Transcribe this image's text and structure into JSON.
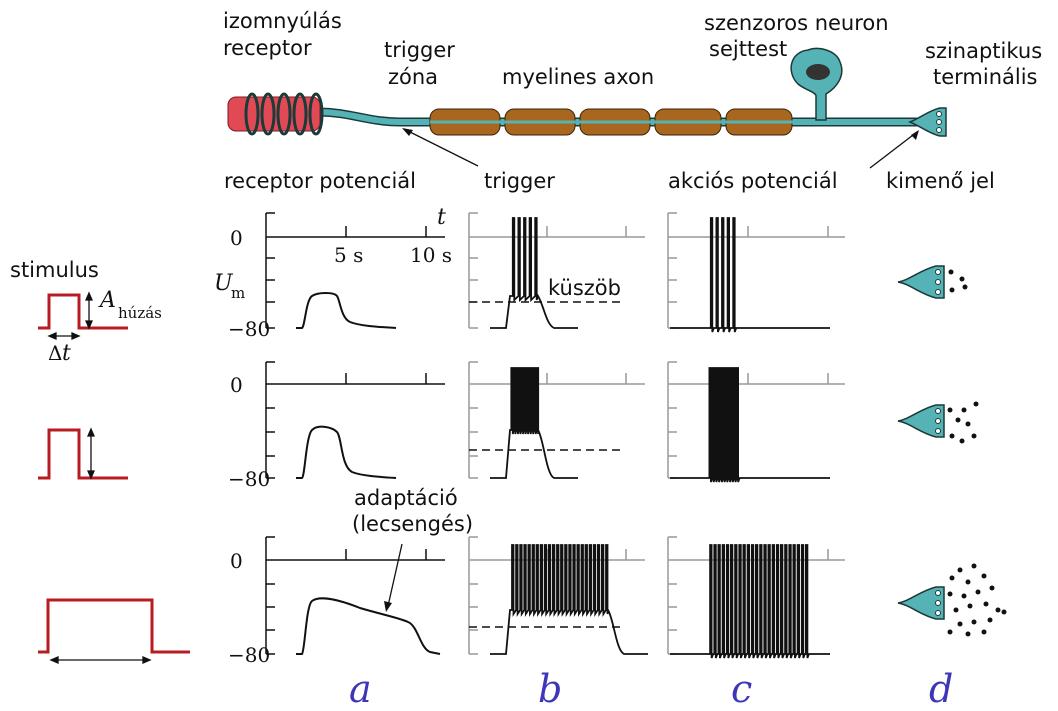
{
  "colors": {
    "accent": "#3d36b8",
    "stimulus": "#b81c22",
    "neuron": "#55b3b5",
    "receptor": "#e14a55",
    "myelin": "#a8661e",
    "nucleus": "#333333"
  },
  "top": {
    "receptor_label_1": "izomnyúlás",
    "receptor_label_2": "receptor",
    "trigger_zone_1": "trigger",
    "trigger_zone_2": "zóna",
    "myelin_label": "myelines axon",
    "soma_label_1": "szenzoros neuron",
    "soma_label_2": "sejttest",
    "terminal_1": "szinaptikus",
    "terminal_2": "terminális",
    "receptor_potential": "receptor potenciál",
    "trigger": "trigger",
    "action_potential": "akciós potenciál",
    "output": "kimenő jel"
  },
  "stimulus": {
    "title": "stimulus",
    "amp_symbol": "A",
    "amp_sub": "húzás",
    "dt_symbol": "Δ",
    "dt_var": "t"
  },
  "axes": {
    "zero": "0",
    "minus80": "−80",
    "t5": "5 s",
    "t10": "10 s",
    "t": "t",
    "um": "U",
    "um_sub": "m",
    "threshold": "küszöb",
    "adaptation_1": "adaptáció",
    "adaptation_2": "(lecsengés)"
  },
  "panels": {
    "a": "a",
    "b": "b",
    "c": "c",
    "d": "d"
  }
}
